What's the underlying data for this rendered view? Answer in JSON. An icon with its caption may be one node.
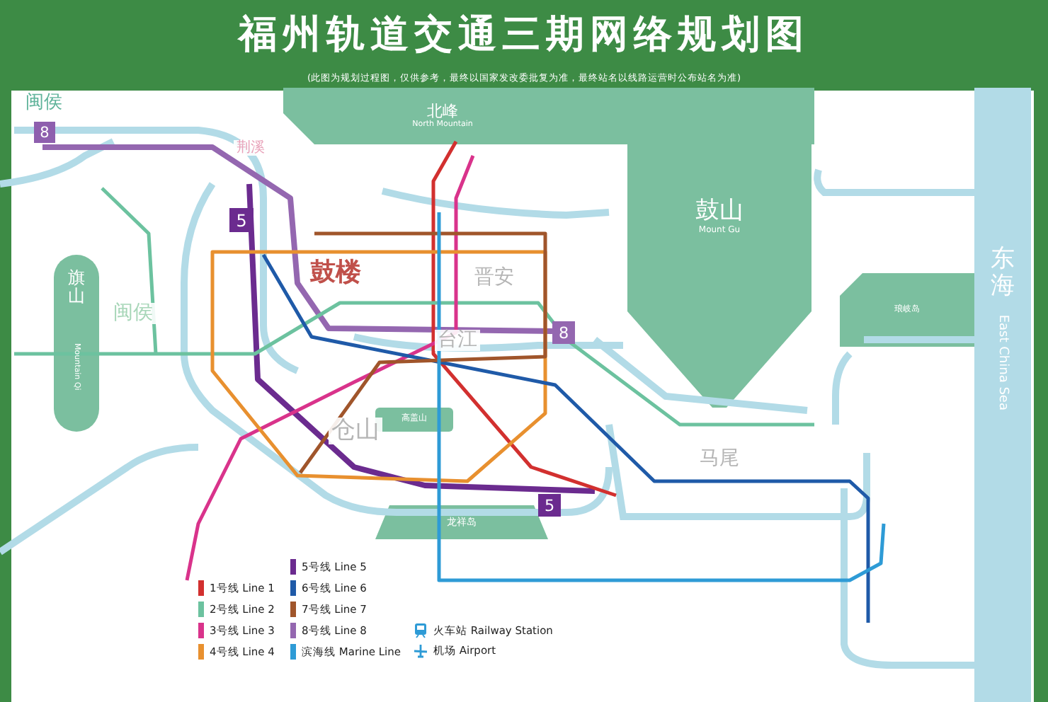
{
  "diagram": {
    "title": "福州轨道交通三期网络规划图",
    "caption": "(此图为规划过程图，仅供参考，最终以国家发改委批复为准，最终站名以线路运营时公布站名为准)",
    "nodes": [
      {
        "text": [
          "北峰",
          "North Mountain"
        ]
      },
      {
        "text": [
          "鼓山",
          "Mount Gu"
        ]
      },
      {
        "text": [
          "旗山",
          "Mountain Qi"
        ]
      },
      {
        "text": [
          "琅岐岛"
        ]
      },
      {
        "text": [
          "东海",
          "East China Sea"
        ]
      },
      {
        "text": [
          "高盖山"
        ]
      },
      {
        "text": [
          "龙祥岛"
        ]
      }
    ],
    "labels": [
      "闽侯",
      "8",
      "荆溪",
      "5",
      "鼓楼",
      "晋安",
      "闽侯",
      "台江",
      "8",
      "仓山",
      "马尾",
      "5"
    ],
    "legend": [
      {
        "text": "1号线 Line 1",
        "color": "#d2302f"
      },
      {
        "text": "2号线 Line 2",
        "color": "#6cc29f"
      },
      {
        "text": "3号线 Line 3",
        "color": "#d9338b"
      },
      {
        "text": "4号线 Line 4",
        "color": "#e8902f"
      },
      {
        "text": "5号线 Line 5",
        "color": "#6b2b8f"
      },
      {
        "text": "6号线 Line 6",
        "color": "#1f5aa8"
      },
      {
        "text": "7号线 Line 7",
        "color": "#a0552b"
      },
      {
        "text": "8号线 Line 8",
        "color": "#9467b0"
      },
      {
        "text": "滨海线 Marine Line",
        "color": "#2e9bd6"
      },
      {
        "text": "火车站 Railway Station"
      },
      {
        "text": "机场 Airport"
      }
    ]
  }
}
